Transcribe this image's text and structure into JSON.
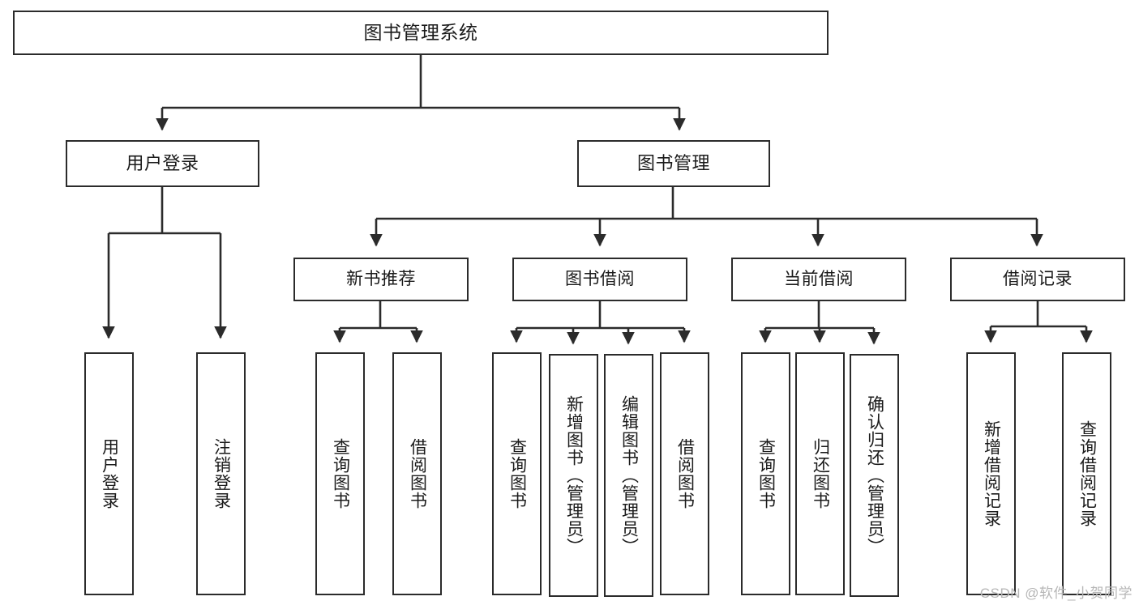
{
  "diagram": {
    "title": "图书管理系统",
    "watermark": "CSDN @软件_小贺同学",
    "line_color": "#2b2b2b",
    "box_fill": "#ffffff",
    "text_color": "#1a1a1a",
    "watermark_color": "#b6b6b6",
    "nodes": {
      "root": "图书管理系统",
      "user_login": "用户登录",
      "book_manage": "图书管理",
      "new_book_rec": "新书推荐",
      "book_borrow": "图书借阅",
      "current_borrow": "当前借阅",
      "borrow_record": "借阅记录",
      "leaf_user_login": "用户登录",
      "leaf_logout": "注销登录",
      "leaf_query_book_a": "查询图书",
      "leaf_borrow_book_a": "借阅图书",
      "leaf_query_book_b": "查询图书",
      "leaf_add_book_admin": "新增图书（管理员）",
      "leaf_edit_book_admin": "编辑图书（管理员）",
      "leaf_borrow_book_b": "借阅图书",
      "leaf_query_book_c": "查询图书",
      "leaf_return_book": "归还图书",
      "leaf_confirm_return_admin": "确认归还（管理员）",
      "leaf_add_record": "新增借阅记录",
      "leaf_query_record": "查询借阅记录"
    },
    "edges": [
      {
        "from": "root",
        "to": "user_login"
      },
      {
        "from": "root",
        "to": "book_manage"
      },
      {
        "from": "user_login",
        "to": "leaf_user_login"
      },
      {
        "from": "user_login",
        "to": "leaf_logout"
      },
      {
        "from": "book_manage",
        "to": "new_book_rec"
      },
      {
        "from": "book_manage",
        "to": "book_borrow"
      },
      {
        "from": "book_manage",
        "to": "current_borrow"
      },
      {
        "from": "book_manage",
        "to": "borrow_record"
      },
      {
        "from": "new_book_rec",
        "to": "leaf_query_book_a"
      },
      {
        "from": "new_book_rec",
        "to": "leaf_borrow_book_a"
      },
      {
        "from": "book_borrow",
        "to": "leaf_query_book_b"
      },
      {
        "from": "book_borrow",
        "to": "leaf_add_book_admin"
      },
      {
        "from": "book_borrow",
        "to": "leaf_edit_book_admin"
      },
      {
        "from": "book_borrow",
        "to": "leaf_borrow_book_b"
      },
      {
        "from": "current_borrow",
        "to": "leaf_query_book_c"
      },
      {
        "from": "current_borrow",
        "to": "leaf_return_book"
      },
      {
        "from": "current_borrow",
        "to": "leaf_confirm_return_admin"
      },
      {
        "from": "borrow_record",
        "to": "leaf_add_record"
      },
      {
        "from": "borrow_record",
        "to": "leaf_query_record"
      }
    ]
  }
}
